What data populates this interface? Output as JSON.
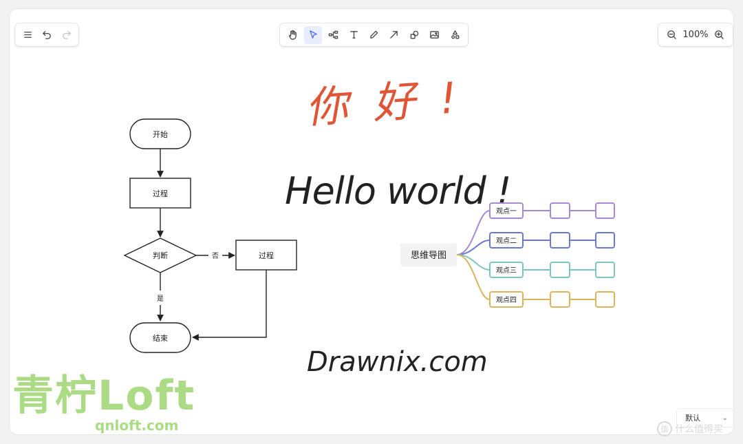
{
  "toolbar_left": {
    "items": [
      {
        "name": "menu-icon"
      },
      {
        "name": "undo-icon"
      },
      {
        "name": "redo-icon"
      }
    ]
  },
  "toolbar_center": {
    "items": [
      {
        "name": "hand-icon"
      },
      {
        "name": "pointer-icon",
        "active": true
      },
      {
        "name": "mind-map-icon"
      },
      {
        "name": "text-icon"
      },
      {
        "name": "pen-icon"
      },
      {
        "name": "arrow-icon"
      },
      {
        "name": "shape-icon"
      },
      {
        "name": "image-icon"
      },
      {
        "name": "more-shapes-icon"
      }
    ]
  },
  "zoom": {
    "value": "100%"
  },
  "flowchart": {
    "start": "开始",
    "process1": "过程",
    "decision": "判断",
    "no_label": "否",
    "yes_label": "是",
    "process2": "过程",
    "end": "结束"
  },
  "handwriting": {
    "greeting_cn": "你 好 !",
    "greeting_en": "Hello world !",
    "site": "Drawnix.com",
    "colors": {
      "cn": "#e05535",
      "en": "#222222"
    }
  },
  "mindmap": {
    "root": "思维导图",
    "branches": [
      {
        "label": "观点一",
        "color": "#a48ad6"
      },
      {
        "label": "观点二",
        "color": "#6b78d2"
      },
      {
        "label": "观点三",
        "color": "#7cc6bd"
      },
      {
        "label": "观点四",
        "color": "#d9b45d"
      }
    ]
  },
  "theme_select": {
    "value": "默认"
  },
  "watermark": {
    "title": "青柠Loft",
    "url": "qnloft.com"
  },
  "credit": {
    "text": "什么值得买",
    "mark": "值"
  }
}
